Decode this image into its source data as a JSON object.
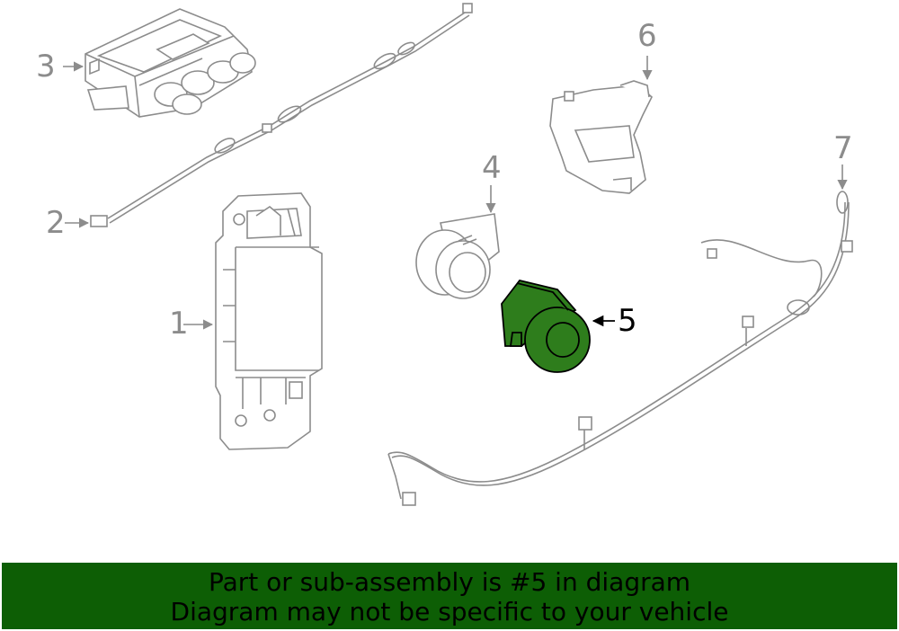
{
  "diagram": {
    "callouts": {
      "c1": "1",
      "c2": "2",
      "c3": "3",
      "c4": "4",
      "c5": "5",
      "c6": "6",
      "c7": "7"
    },
    "highlighted_callout": "5",
    "highlight_color": "#2e7d1c",
    "line_color": "#8c8c8c"
  },
  "banner": {
    "line1": "Part or sub-assembly is #5 in diagram",
    "line2": "Diagram may not be specific to your vehicle",
    "background": "#0d5e05"
  }
}
